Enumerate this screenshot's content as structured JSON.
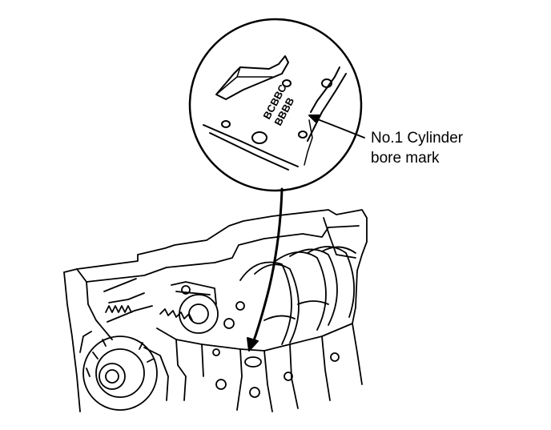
{
  "diagram": {
    "stamp_lines": [
      "BCBBC",
      "BBBB"
    ],
    "callout_lines": [
      "No.1 Cylinder",
      "bore mark"
    ]
  },
  "colors": {
    "ink": "#000000",
    "paper": "#ffffff"
  }
}
